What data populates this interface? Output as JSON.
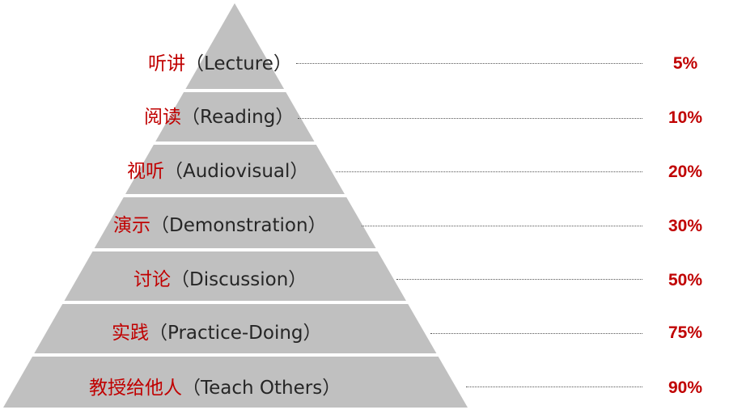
{
  "colors": {
    "pyramid": "#c0c0c0",
    "divider": "#ffffff",
    "chinese_label": "#c00000",
    "english_label": "#262626",
    "percent": "#c00000",
    "leader_line": "#555555"
  },
  "levels": [
    {
      "cn": "听讲",
      "en": "（Lecture）",
      "percent": "5%"
    },
    {
      "cn": "阅读",
      "en": "（Reading）",
      "percent": "10%"
    },
    {
      "cn": "视听",
      "en": "（Audiovisual）",
      "percent": "20%"
    },
    {
      "cn": "演示",
      "en": "（Demonstration）",
      "percent": "30%"
    },
    {
      "cn": "讨论",
      "en": "（Discussion）",
      "percent": "50%"
    },
    {
      "cn": "实践",
      "en": "（Practice-Doing）",
      "percent": "75%"
    },
    {
      "cn": "教授给他人",
      "en": "（Teach Others）",
      "percent": "90%"
    }
  ]
}
